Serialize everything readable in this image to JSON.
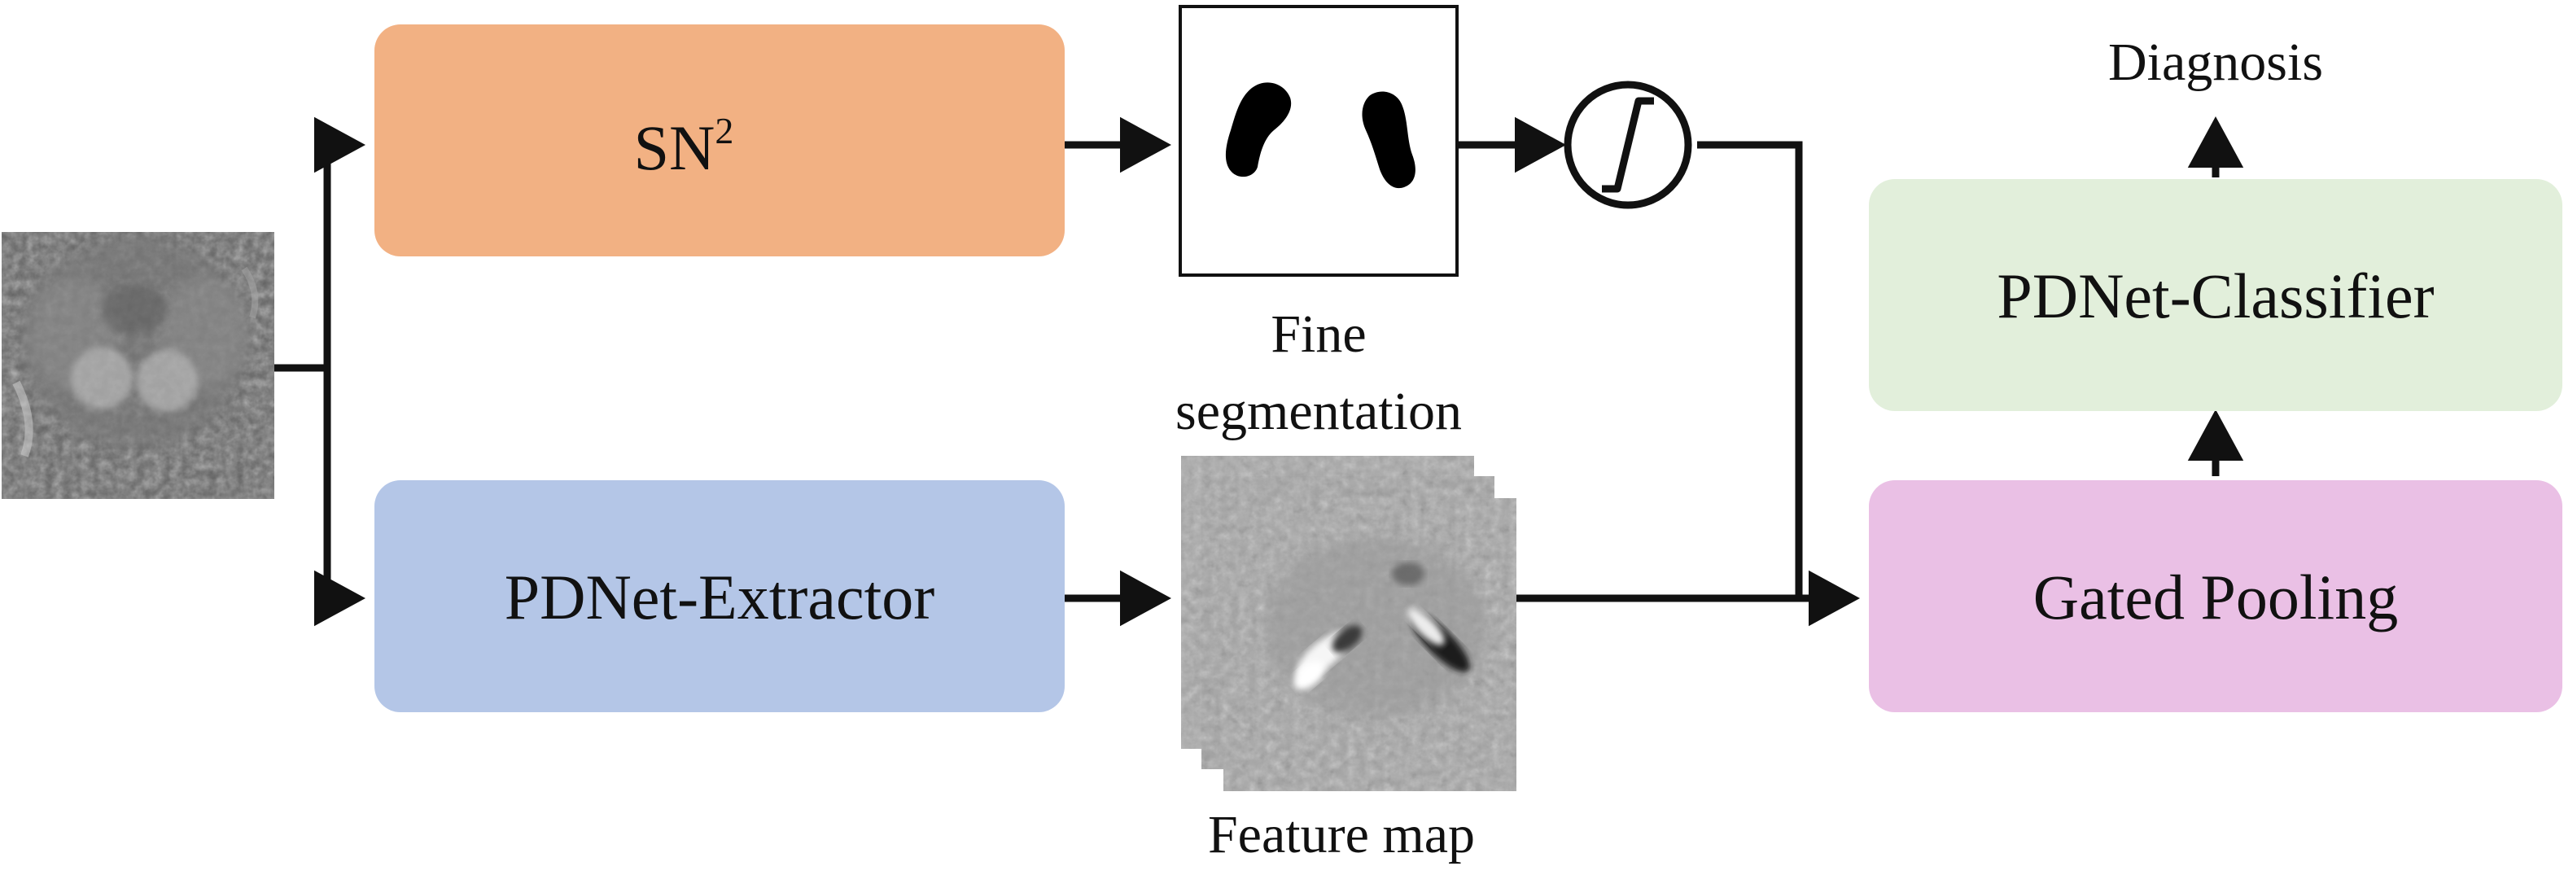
{
  "nodes": {
    "sn2": {
      "label": "SN",
      "superscript": "2",
      "color": "#f2b183"
    },
    "extractor": {
      "label": "PDNet-Extractor",
      "color": "#b4c6e7"
    },
    "classifier": {
      "label": "PDNet-Classifier",
      "color": "#e2efdb"
    },
    "gated_pooling": {
      "label": "Gated Pooling",
      "color": "#eac0e5"
    }
  },
  "captions": {
    "diagnosis": "Diagnosis",
    "fine_segmentation_line1": "Fine",
    "fine_segmentation_line2": "segmentation",
    "feature_map": "Feature map"
  },
  "edges": [
    {
      "from": "input-mri-image",
      "to": "sn2"
    },
    {
      "from": "input-mri-image",
      "to": "extractor"
    },
    {
      "from": "sn2",
      "to": "fine-segmentation"
    },
    {
      "from": "fine-segmentation",
      "to": "threshold-gate"
    },
    {
      "from": "threshold-gate",
      "to": "gated_pooling"
    },
    {
      "from": "extractor",
      "to": "feature-map"
    },
    {
      "from": "feature-map",
      "to": "gated_pooling"
    },
    {
      "from": "gated_pooling",
      "to": "classifier"
    },
    {
      "from": "classifier",
      "to": "diagnosis"
    }
  ]
}
